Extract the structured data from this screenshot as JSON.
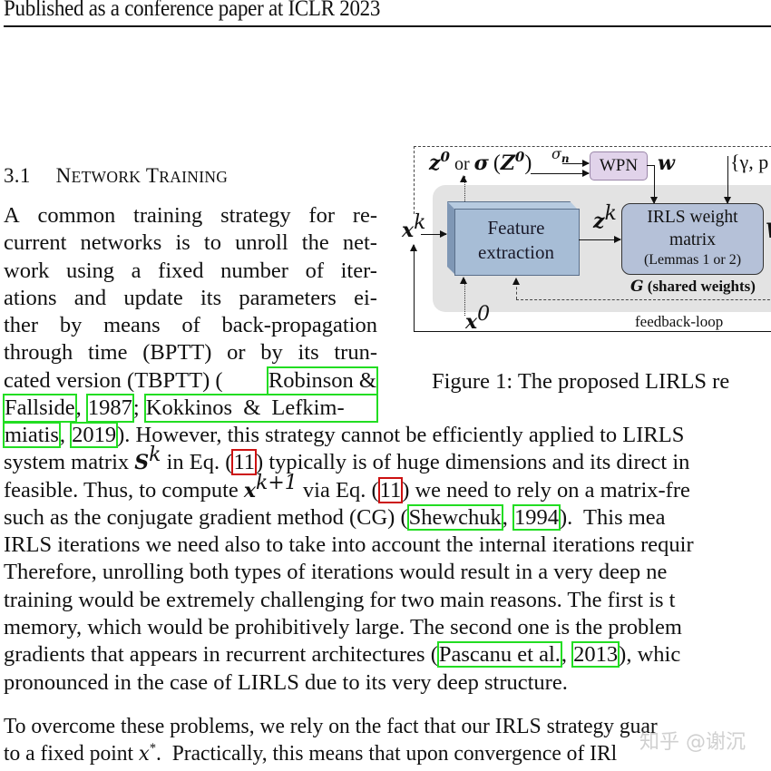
{
  "header": {
    "running_title": "Published as a conference paper at ICLR 2023"
  },
  "section": {
    "number": "3.1",
    "title_caps": [
      {
        "big": "N",
        "small": "ETWORK"
      },
      {
        "big": "T",
        "small": "RAINING"
      }
    ]
  },
  "figure": {
    "caption": "Figure 1: The proposed LIRLS re",
    "labels": {
      "z0_or_sigma": "or",
      "sigma_n": "σ",
      "sigma_n_sub": "n",
      "wpn": "WPN",
      "w": "w",
      "gamma_set": "{γ, p",
      "xk": "x",
      "xk_sup": "k",
      "zk": "z",
      "zk_sup": "k",
      "x0": "x",
      "x0_sup": "0",
      "feature_extraction_l1": "Feature",
      "feature_extraction_l2": "extraction",
      "irls_l1": "IRLS weight",
      "irls_l2": "matrix",
      "irls_l3": "(Lemmas 1 or 2)",
      "shared_weights_G": "G",
      "shared_weights": "(shared weights)",
      "feedback_loop": "feedback-loop",
      "right_cut": "W"
    },
    "colors": {
      "feature_box": "#a7bdd6",
      "irls_box": "#b5c1d8",
      "wpn_box": "#e1d3ea",
      "shared_region": "#e3e3e3"
    }
  },
  "body": {
    "left_column_lines": [
      [
        "A",
        "common",
        "training",
        "strategy",
        "for",
        "re-"
      ],
      [
        "current",
        "networks",
        "is",
        "to",
        "unroll",
        "the",
        "net-"
      ],
      [
        "work",
        "using",
        "a",
        "fixed",
        "number",
        "of",
        "iter-"
      ],
      [
        "ations",
        "and",
        "update",
        "its",
        "parameters",
        "ei-"
      ],
      [
        "ther",
        "by",
        "means",
        "of",
        "back-propagation"
      ],
      [
        "through",
        "time",
        "(BPTT)",
        "or",
        "by",
        "its",
        "trun-"
      ]
    ],
    "line7": {
      "pre": "cated version (TBPTT) (",
      "cite": "Robinson &"
    },
    "line8": {
      "cite1": "Fallside",
      "sep1": ", ",
      "cite2": "1987",
      "sep2": "; ",
      "cite3": "Kokkinos & Lefkim-"
    },
    "line9": {
      "cite1": "miatis",
      "sep1": ", ",
      "cite2": "2019",
      "post": "). However, this strategy cannot be efficiently applied to LIRLS"
    },
    "line10": {
      "pre": "system matrix ",
      "math": "S",
      "sup": "k",
      "mid": " in Eq. (",
      "ref": "11",
      "post": ") typically is of huge dimensions and its direct in"
    },
    "line11": {
      "pre": "feasible. Thus, to compute ",
      "math": "x",
      "sup": "k+1",
      "mid": " via Eq. (",
      "ref": "11",
      "post": ") we need to rely on a matrix-fre"
    },
    "line12": {
      "pre": "such as the conjugate gradient method (CG) (",
      "cite1": "Shewchuk",
      "sep": ", ",
      "cite2": "1994",
      "post": ").  This mea"
    },
    "line13": "IRLS iterations we need also to take into account the internal iterations requir",
    "line14": "Therefore, unrolling both types of iterations would result in a very deep ne",
    "line15": "training would be extremely challenging for two main reasons.  The first is t",
    "line16": "memory, which would be prohibitively large. The second one is the problem",
    "line17": {
      "pre": "gradients that appears in recurrent architectures (",
      "cite1": "Pascanu et al.",
      "sep": ", ",
      "cite2": "2013",
      "post": "), whic"
    },
    "line18": "pronounced in the case of LIRLS due to its very deep structure.",
    "para2_line1": "To overcome these problems, we rely on the fact that our IRLS strategy guar",
    "para2_line2": {
      "pre": "to a fixed point ",
      "math": "x",
      "sup": "*",
      "post": ".  Practically, this means that upon convergence of IRl"
    }
  },
  "watermark": "知乎 @谢沉",
  "citation_colors": {
    "citation_box": "#22dd22",
    "reference_box": "#cc1111"
  }
}
